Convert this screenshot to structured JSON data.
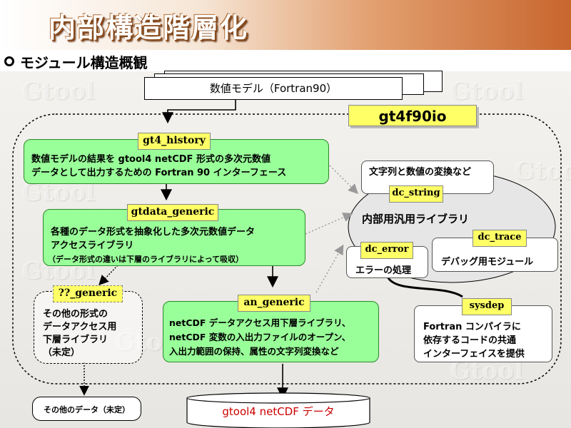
{
  "title": "内部構造階層化",
  "subtitle": "モジュール構造概観",
  "watermark": "Gtool",
  "model_box": "数値モデル（Fortran90）",
  "package_label": "gt4f90io",
  "modules": {
    "gt4_history": {
      "label": "gt4_history",
      "line1": "数値モデルの結果を gtool4 netCDF 形式の多次元数値",
      "line2": "データとして出力するための Fortran 90 インターフェース"
    },
    "gtdata_generic": {
      "label": "gtdata_generic",
      "line1": "各種のデータ形式を抽象化した多次元数値データ",
      "line2": "アクセスライブラリ",
      "note": "（データ形式の違いは下層のライブラリによって吸収）"
    },
    "q_generic": {
      "label": "??_generic",
      "line1": "その他の形式の",
      "line2": "データアクセス用",
      "line3": "下層ライブラリ",
      "line4": "（未定）"
    },
    "an_generic": {
      "label": "an_generic",
      "line1": "netCDF データアクセス用下層ライブラリ、",
      "line2": "netCDF 変数の入出力ファイルのオープン、",
      "line3": "入出力範囲の保持、属性の文字列変換など"
    },
    "internal_lib": "内部用汎用ライブラリ",
    "dc_string": {
      "label": "dc_string",
      "desc": "文字列と数値の変換など"
    },
    "dc_trace": {
      "label": "dc_trace",
      "desc": "デバッグ用モジュール"
    },
    "dc_error": {
      "label": "dc_error",
      "desc": "エラーの処理"
    },
    "sysdep": {
      "label": "sysdep",
      "line1": "Fortran コンパイラに",
      "line2": "依存するコードの共通",
      "line3": "インターフェイスを提供"
    }
  },
  "outputs": {
    "other_data": "その他のデータ（未定）",
    "gtool4_data": "gtool4 netCDF データ"
  },
  "colors": {
    "module_fill": "#99ff99",
    "label_fill": "#ffff66",
    "package_fill": "#ffff66",
    "internal_fill": "#e6e6e6",
    "gtool4_text": "#cc0000"
  }
}
